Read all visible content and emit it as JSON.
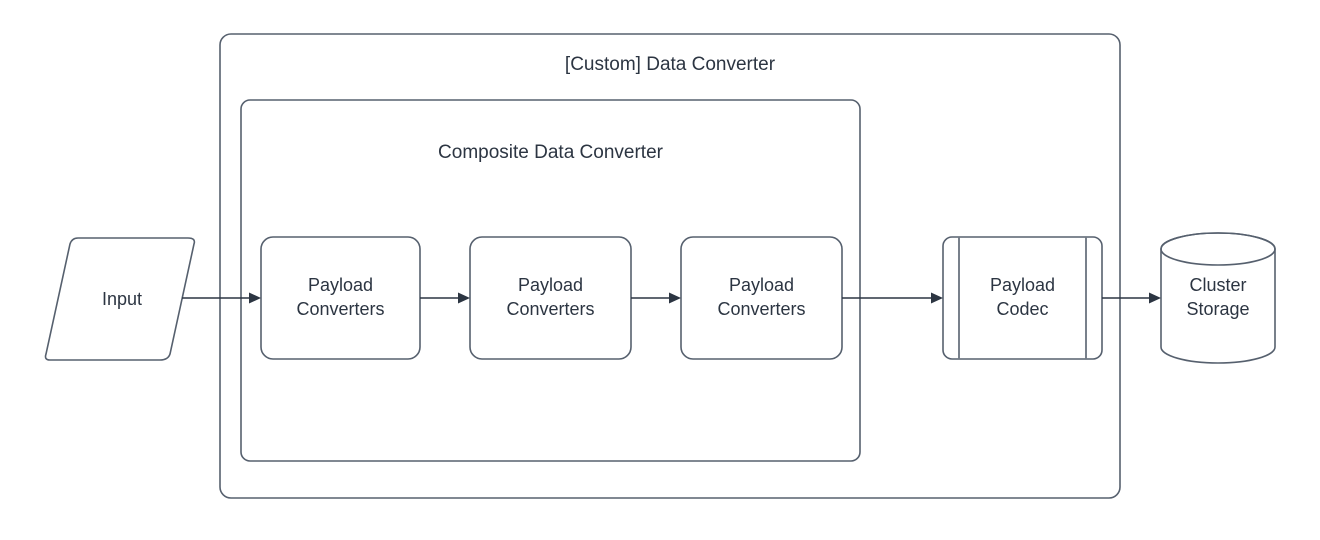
{
  "diagram": {
    "title_outer": "[Custom] Data Converter",
    "title_inner": "Composite Data Converter",
    "nodes": {
      "input": {
        "label": "Input",
        "shape": "parallelogram"
      },
      "payload_converter_1": {
        "label": "Payload\nConverters",
        "shape": "rounded-rect"
      },
      "payload_converter_2": {
        "label": "Payload\nConverters",
        "shape": "rounded-rect"
      },
      "payload_converter_3": {
        "label": "Payload\nConverters",
        "shape": "rounded-rect"
      },
      "payload_codec": {
        "label": "Payload\nCodec",
        "shape": "process"
      },
      "cluster_storage": {
        "label": "Cluster\nStorage",
        "shape": "cylinder"
      }
    },
    "containers": {
      "outer": {
        "label": "[Custom] Data Converter"
      },
      "inner": {
        "label": "Composite Data Converter"
      }
    },
    "edges": [
      {
        "name": "input-to-converter-1",
        "from": "input",
        "to": "payload_converter_1",
        "arrow": "filled"
      },
      {
        "name": "converter-1-to-converter-2",
        "from": "payload_converter_1",
        "to": "payload_converter_2",
        "arrow": "filled"
      },
      {
        "name": "converter-2-to-converter-3",
        "from": "payload_converter_2",
        "to": "payload_converter_3",
        "arrow": "filled"
      },
      {
        "name": "converter-3-to-codec",
        "from": "payload_converter_3",
        "to": "payload_codec",
        "arrow": "filled"
      },
      {
        "name": "codec-to-cluster-storage",
        "from": "payload_codec",
        "to": "cluster_storage",
        "arrow": "filled"
      }
    ],
    "colors": {
      "stroke": "#56606e",
      "text": "#2c3542",
      "fill": "#ffffff",
      "background": "#ffffff"
    }
  }
}
